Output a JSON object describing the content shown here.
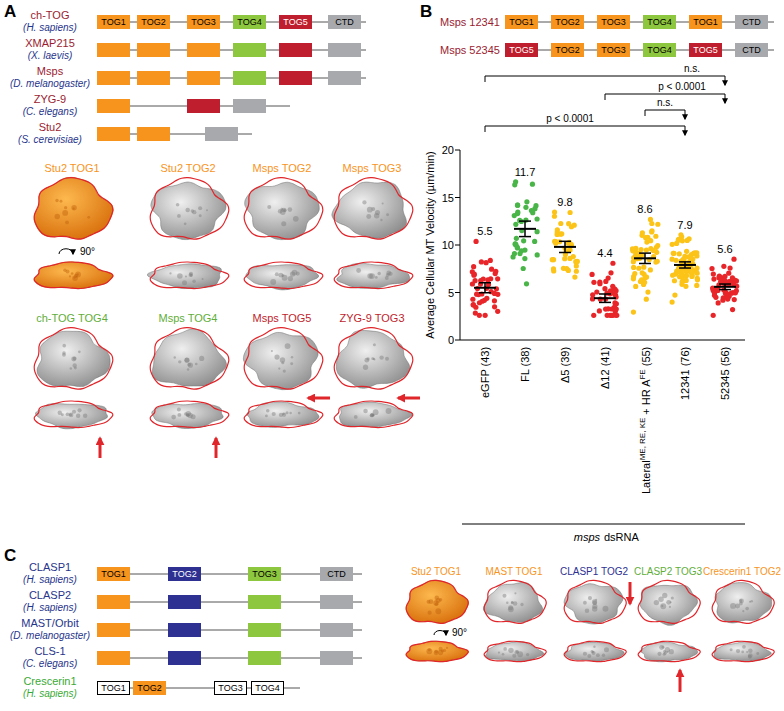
{
  "diagram": {
    "nodes": [
      {
        "text": [
          "TOG1"
        ]
      },
      {
        "text": [
          "TOG2"
        ]
      },
      {
        "text": [
          "TOG3"
        ]
      },
      {
        "text": [
          "TOG4"
        ]
      },
      {
        "text": [
          "TOG5"
        ]
      },
      {
        "text": [
          "CTD"
        ]
      },
      {
        "text": [
          "TOG1"
        ]
      },
      {
        "text": [
          "TOG2"
        ]
      },
      {
        "text": [
          "TOG3"
        ]
      },
      {
        "text": [
          "TOG4"
        ]
      },
      {
        "text": [
          "TOG1"
        ]
      },
      {
        "text": [
          "CTD"
        ]
      },
      {
        "text": [
          "TOG5"
        ]
      },
      {
        "text": [
          "TOG2"
        ]
      },
      {
        "text": [
          "TOG3"
        ]
      },
      {
        "text": [
          "TOG4"
        ]
      },
      {
        "text": [
          "TOG5"
        ]
      },
      {
        "text": [
          "CTD"
        ]
      },
      {
        "text": [
          "TOG1"
        ]
      },
      {
        "text": [
          "TOG2"
        ]
      },
      {
        "text": [
          "TOG3"
        ]
      },
      {
        "text": [
          "CTD"
        ]
      },
      {
        "text": [
          "TOG1"
        ]
      },
      {
        "text": [
          "TOG2"
        ]
      },
      {
        "text": [
          "TOG3"
        ]
      },
      {
        "text": [
          "TOG4"
        ]
      }
    ],
    "labels": [
      "A",
      "ch-TOG",
      "(H. sapiens)",
      "XMAP215",
      "(X. laevis)",
      "Msps",
      "(D. melanogaster)",
      "ZYG-9",
      "(C. elegans)",
      "Stu2",
      "(S. cerevisiae)",
      "Stu2 TOG1",
      "Stu2 TOG2",
      "Msps TOG2",
      "Msps TOG3",
      "90°",
      "ch-TOG TOG4",
      "Msps TOG4",
      "Msps TOG5",
      "ZYG-9 TOG3",
      "B",
      "Msps 12341",
      "Msps 52345",
      "n.s.",
      "p < 0.0001",
      "n.s.",
      "p < 0.0001",
      "Average Cellular MT Velocity (µm/min)",
      "20",
      "15",
      "10",
      "5",
      "0",
      "5.5",
      "11.7",
      "9.8",
      "4.4",
      "8.6",
      "7.9",
      "5.6",
      "eGFP (43)",
      "FL (38)",
      "Δ5 (39)",
      "Δ12 (41)",
      "Lateral",
      "ME, RE, KE",
      "+ HR A",
      "FE",
      "(55)",
      "12341 (76)",
      "52345 (56)",
      "msps",
      "dsRNA",
      "C",
      "CLASP1",
      "(H. sapiens)",
      "CLASP2",
      "(H. sapiens)",
      "MAST/Orbit",
      "(D. melanogaster)",
      "CLS-1",
      "(C. elegans)",
      "Crescerin1",
      "(H. sapiens)",
      "Stu2 TOG1",
      "MAST TOG1",
      "CLASP1 TOG2",
      "CLASP2 TOG3",
      "Crescerin1 TOG2",
      "90°"
    ]
  }
}
